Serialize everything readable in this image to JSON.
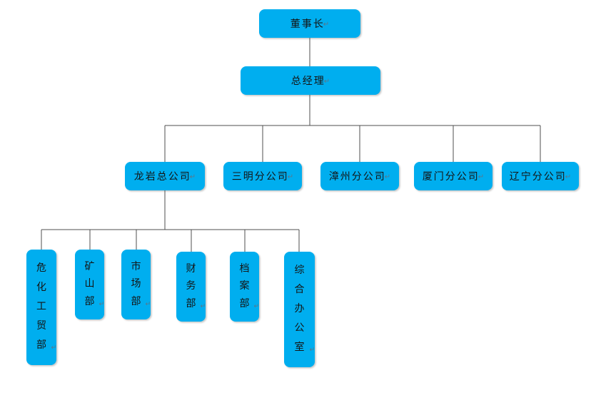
{
  "paragraph_mark": "↵",
  "colors": {
    "node_fill": "#00AEEF",
    "connector_line": "#4f4f4f",
    "text": "#141414",
    "paragraph_mark": "#5d7587"
  },
  "org": {
    "chairman": {
      "label": "董事长"
    },
    "general_manager": {
      "label": "总经理"
    },
    "branches": [
      {
        "label": "龙岩总公司"
      },
      {
        "label": "三明分公司"
      },
      {
        "label": "漳州分公司"
      },
      {
        "label": "厦门分公司"
      },
      {
        "label": "辽宁分公司"
      }
    ],
    "longyan_departments": [
      {
        "label": "危化工贸部"
      },
      {
        "label": "矿山部"
      },
      {
        "label": "市场部"
      },
      {
        "label": "财务部"
      },
      {
        "label": "档案部"
      },
      {
        "label": "综合办公室"
      }
    ]
  }
}
